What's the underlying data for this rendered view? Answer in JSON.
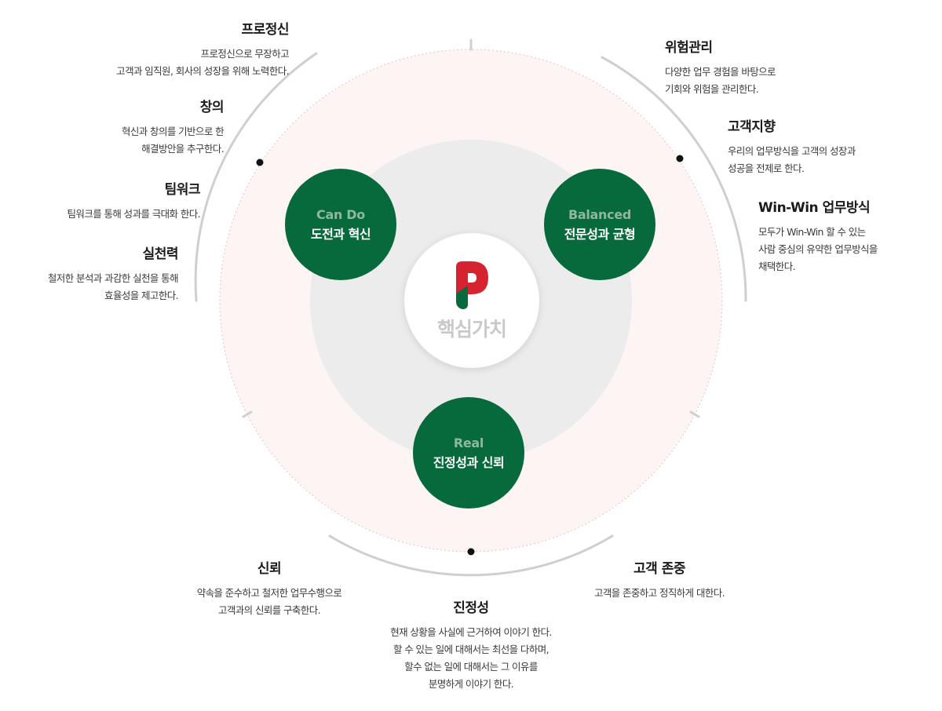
{
  "core": {
    "label": "핵심가치",
    "logo_colors": [
      "#d5232f",
      "#076a3c"
    ]
  },
  "values": [
    {
      "en": "Can Do",
      "ko": "도전과 혁신"
    },
    {
      "en": "Balanced",
      "ko": "전문성과 균형"
    },
    {
      "en": "Real",
      "ko": "진정성과 신뢰"
    }
  ],
  "left": [
    {
      "title": "프로정신",
      "desc": "프로정신으로 무장하고\n고객과 임직원, 회사의 성장을 위해 노력한다."
    },
    {
      "title": "창의",
      "desc": "혁신과 창의를 기반으로 한\n해결방안을 추구한다."
    },
    {
      "title": "팀워크",
      "desc": "팀워크를 통해 성과를 극대화 한다."
    },
    {
      "title": "실천력",
      "desc": "철저한 분석과 과감한 실천을 통해\n효율성을 제고한다."
    }
  ],
  "right": [
    {
      "title": "위험관리",
      "desc": "다양한 업무 경험을 바탕으로\n기회와 위험을 관리한다."
    },
    {
      "title": "고객지향",
      "desc": "우리의 업무방식을 고객의 성장과\n성공을 전제로 한다."
    },
    {
      "title": "Win-Win 업무방식",
      "desc": "모두가 Win-Win 할 수 있는\n사람 중심의 유약한 업무방식을\n채택한다."
    }
  ],
  "bottom": [
    {
      "title": "신뢰",
      "desc": "약속을 준수하고 철저한  업무수행으로\n고객과의 신뢰를 구축한다."
    },
    {
      "title": "진정성",
      "desc": "현재 상황을 사실에 근거하여 이야기 한다.\n할 수 있는 일에 대해서는 최선을 다하며,\n할수 없는 일에 대해서는 그 이유를\n분명하게 이야기 한다."
    },
    {
      "title": "고객 존중",
      "desc": "고객을 존중하고 정직하게 대한다."
    }
  ],
  "colors": {
    "green": "#076a3c",
    "pink_bg": "#fdf4f4",
    "gray_ring": "#ececec",
    "arc": "#cccccc"
  }
}
